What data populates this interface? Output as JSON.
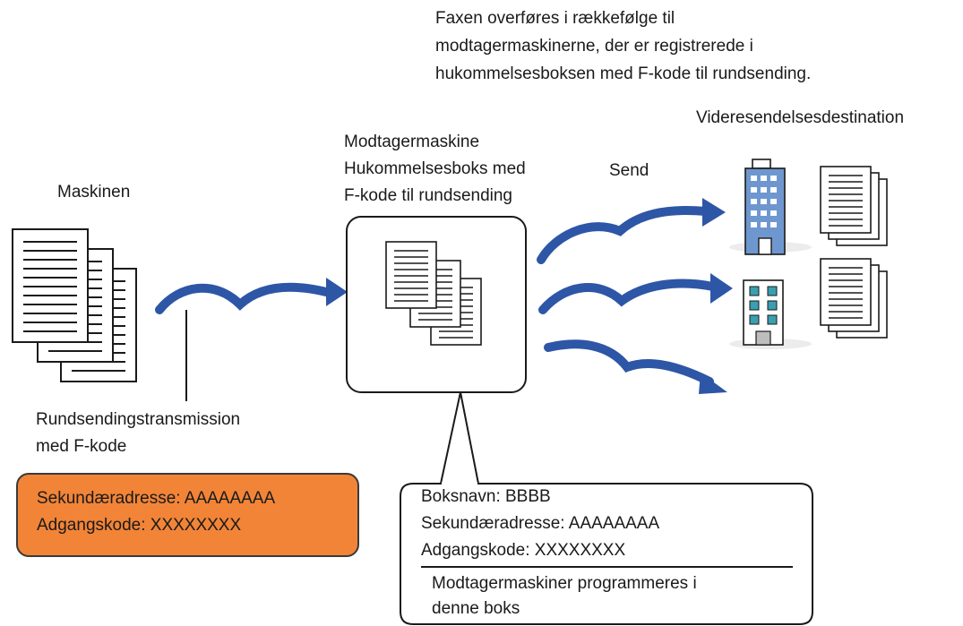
{
  "top_note": [
    "Faxen overføres i rækkefølge til",
    "modtagermaskinerne, der er registrerede i",
    "hukommelsesboksen med F-kode til rundsending."
  ],
  "machine_label": "Maskinen",
  "receiver_label": [
    "Modtagermaskine",
    "Hukommelsesboks med",
    "F-kode til rundsending"
  ],
  "send_label": "Send",
  "destination_label": "Videresendelsesdestination",
  "transmission_label": [
    "Rundsendingstransmission",
    "med F-kode"
  ],
  "sender_box": {
    "lines": [
      "Sekundæradresse: AAAAAAAA",
      "Adgangskode: XXXXXXXX"
    ],
    "fill_color": "#f28437"
  },
  "callout": {
    "lines": [
      "Boksnavn: BBBB",
      "Sekundæradresse: AAAAAAAA",
      "Adgangskode: XXXXXXXX"
    ],
    "note_lines": [
      "Modtagermaskiner programmeres i",
      "denne boks"
    ]
  },
  "colors": {
    "arrow": "#2e56a6",
    "building_blue": "#6f97cf",
    "window_teal": "#3a9fb0",
    "outline": "#1a1a1a"
  },
  "icons": [
    "document-stack-icon",
    "arrow-icon",
    "office-building-icon",
    "apartment-building-icon"
  ]
}
